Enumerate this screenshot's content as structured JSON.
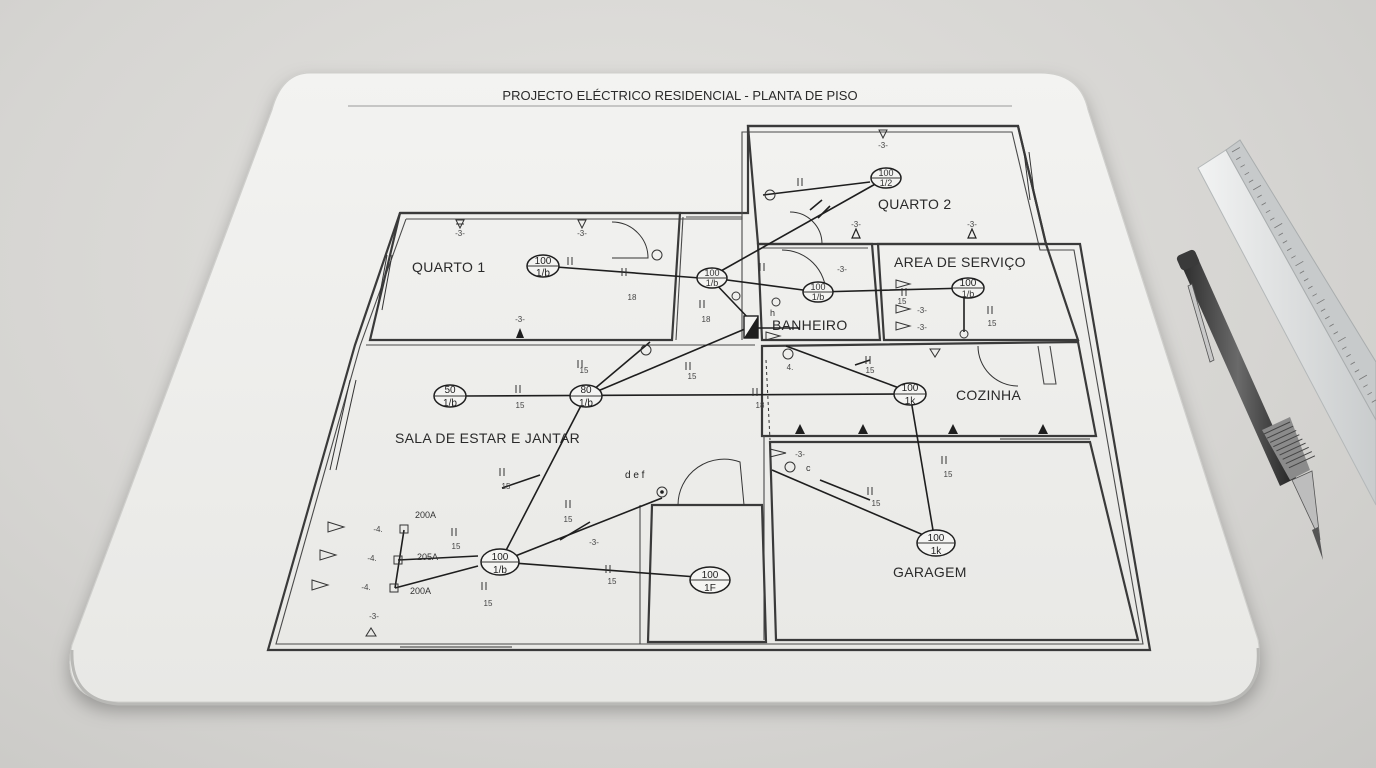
{
  "title": "PROJECTO ELÉCTRICO RESIDENCIAL - PLANTA DE PISO",
  "rooms": {
    "quarto1": "QUARTO 1",
    "quarto2": "QUARTO 2",
    "area_servico": "AREA DE SERVIÇO",
    "banheiro": "BANHEIRO",
    "cozinha": "COZINHA",
    "sala": "SALA DE ESTAR E JANTAR",
    "garagem": "GARAGEM"
  },
  "fixtures": {
    "q2": [
      "100",
      "1/2"
    ],
    "q1": [
      "100",
      "1/b"
    ],
    "hub1": [
      "100",
      "1/b"
    ],
    "bath_hall": [
      "100",
      "1/b"
    ],
    "area": [
      "100",
      "1/b"
    ],
    "sala_left": [
      "50",
      "1/b"
    ],
    "sala_center": [
      "80",
      "1/b"
    ],
    "cozinha": [
      "100",
      "1k"
    ],
    "garagem": [
      "100",
      "1k"
    ],
    "sala_low": [
      "100",
      "1/b"
    ],
    "sala_low_right": [
      "100",
      "1F"
    ]
  },
  "labels": {
    "def": "d e f",
    "a200_1": "200A",
    "a205": "205A",
    "a200_2": "200A",
    "minus3": "-3-",
    "minus4": "-4.",
    "n15": "15",
    "n18": "18",
    "n4": "4.",
    "c": "c",
    "h": "h"
  },
  "colors": {
    "paper": "#efefec",
    "ink": "#1e1e1e",
    "desk": "#d6d5d2"
  }
}
